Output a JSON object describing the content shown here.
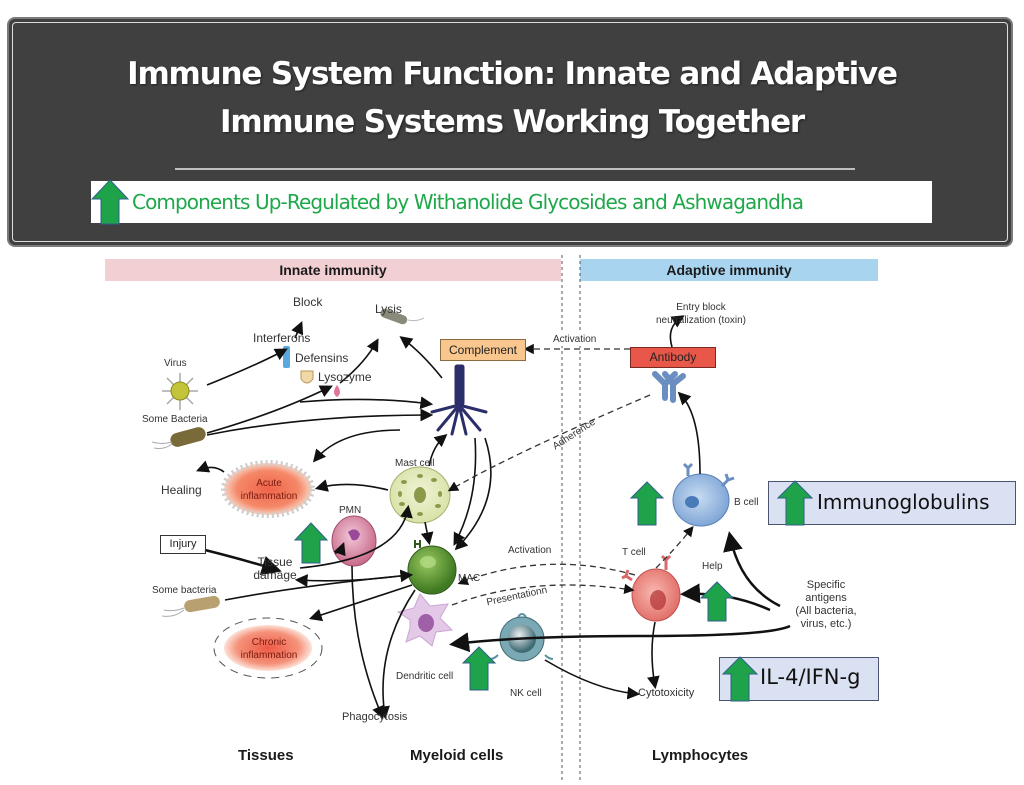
{
  "header": {
    "title_line1": "Immune System Function: Innate and Adaptive",
    "title_line2": "Immune Systems Working Together",
    "legend_text": "Components Up-Regulated by Withanolide Glycosides and Ashwagandha",
    "legend_icon": "green-up-arrow-icon"
  },
  "colors": {
    "header_bg": "#404040",
    "legend_green": "#1ea84a",
    "arrow_green": "#1fa34a",
    "innate_band": "#f2cfd3",
    "adaptive_band": "#a8d4f0",
    "callout_bg": "#d9e1f3"
  },
  "diagram": {
    "innate_heading": "Innate immunity",
    "adaptive_heading": "Adaptive immunity",
    "labels": {
      "block": "Block",
      "lysis": "Lysis",
      "interferons": "Interferons",
      "defensins": "Defensins",
      "lysozyme": "Lysozyme",
      "virus": "Virus",
      "some_bacteria_top": "Some Bacteria",
      "complement": "Complement",
      "activation_top": "Activation",
      "antibody": "Antibody",
      "entry_block_1": "Entry block",
      "entry_block_2": "neutralization (toxin)",
      "adherence": "Adherence",
      "mast_cell": "Mast cell",
      "healing": "Healing",
      "acute_1": "Acute",
      "acute_2": "inflammation",
      "pmn": "PMN",
      "injury": "Injury",
      "tissue_1": "Tissue",
      "tissue_2": "damage",
      "mac": "MAC",
      "activation_mid": "Activation",
      "presentation": "Presentationn",
      "some_bacteria_bottom": "Some bacteria",
      "chronic_1": "Chronic",
      "chronic_2": "inflammation",
      "dendritic_cell": "Dendritic cell",
      "nk_cell": "NK cell",
      "phagocytosis": "Phagocytosis",
      "b_cell": "B cell",
      "t_cell": "T cell",
      "help": "Help",
      "specific_1": "Specific",
      "specific_2": "antigens",
      "specific_3": "(All bacteria,",
      "specific_4": "virus, etc.)",
      "cytotoxicity": "Cytotoxicity"
    },
    "sections": {
      "tissues": "Tissues",
      "myeloid": "Myeloid cells",
      "lymphocytes": "Lymphocytes"
    },
    "callouts": {
      "immunoglobulins": "Immunoglobulins",
      "cytokines": "IL-4/IFN-g"
    },
    "upregulated_markers": [
      "PMN / acute inflammation",
      "NK cell",
      "B cell",
      "T cell help",
      "Immunoglobulins",
      "IL-4/IFN-g"
    ]
  }
}
